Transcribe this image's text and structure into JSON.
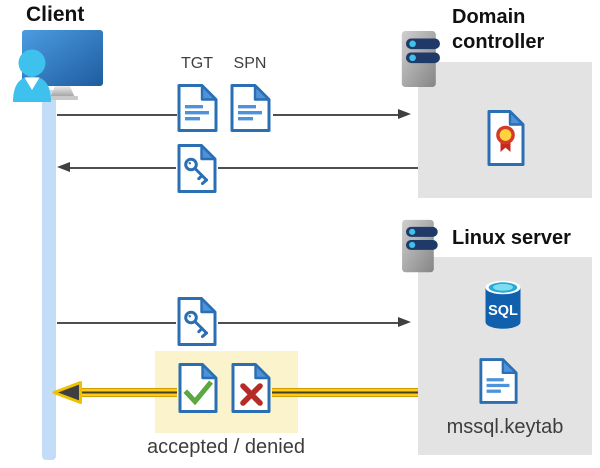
{
  "client": {
    "label": "Client"
  },
  "domain_controller": {
    "label": "Domain controller"
  },
  "linux_server": {
    "label": "Linux server",
    "sql_label": "SQL",
    "keytab_label": "mssql.keytab"
  },
  "flow": {
    "tgt_label": "TGT",
    "spn_label": "SPN",
    "result_label": "accepted / denied"
  },
  "icons": {
    "client": "user-at-monitor-icon",
    "domain_controller_server": "server-icon",
    "linux_server_server": "server-icon",
    "tgt_ticket": "document-icon",
    "spn_ticket": "document-icon",
    "session_key_ticket": "key-document-icon",
    "certificate": "certificate-document-icon",
    "sql_database": "sql-database-icon",
    "keytab_file": "document-icon",
    "accepted": "check-document-icon",
    "denied": "x-document-icon"
  },
  "colors": {
    "doc_border_blue": "#2a6fb4",
    "doc_detail_blue": "#4e93d9",
    "timeline_blue": "#c3dcf7",
    "box_gray": "#e3e3e3",
    "highlight_yellow": "#fbf3cc",
    "arrow_yellow": "#ffc81a",
    "arrow_gray": "#4f4f4f",
    "check_green": "#5aa83f",
    "deny_red": "#b52c26",
    "sql_blue": "#1160ae",
    "person_cyan": "#3ec1ec",
    "server_bar_navy": "#1f3a68"
  }
}
